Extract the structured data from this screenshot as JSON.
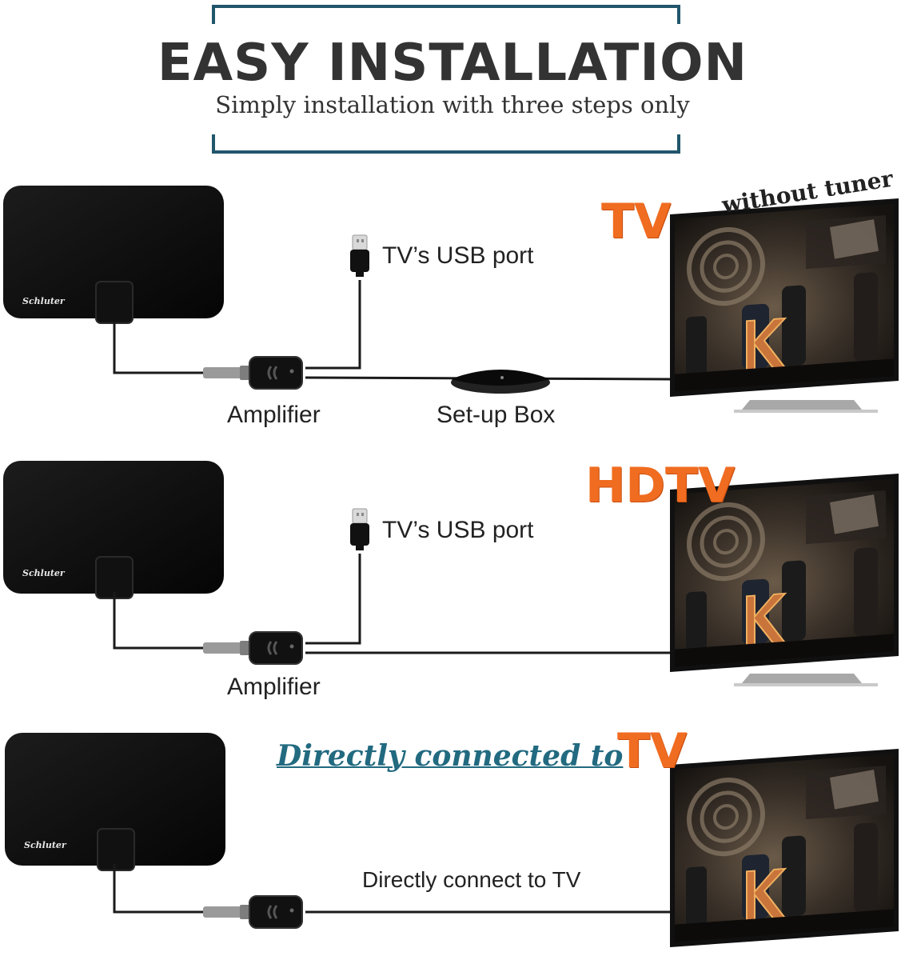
{
  "header": {
    "title": "EASY INSTALLATION",
    "subtitle": "Simply installation with three steps only"
  },
  "brand": "Schluter",
  "steps": [
    {
      "usb_label": "TV’s USB port",
      "amplifier_label": "Amplifier",
      "box_label": "Set-up Box",
      "tv_tag": "TV",
      "tv_note": "without tuner"
    },
    {
      "usb_label": "TV’s USB port",
      "amplifier_label": "Amplifier",
      "tv_tag": "HDTV"
    },
    {
      "headline": "Directly  connected to ",
      "tv_tag": "TV",
      "connect_label": "Directly connect to TV"
    }
  ],
  "colors": {
    "frame": "#21566b",
    "tv_tag": "#f06c20",
    "headline": "#226a80",
    "antenna": "#0d0d0d"
  }
}
